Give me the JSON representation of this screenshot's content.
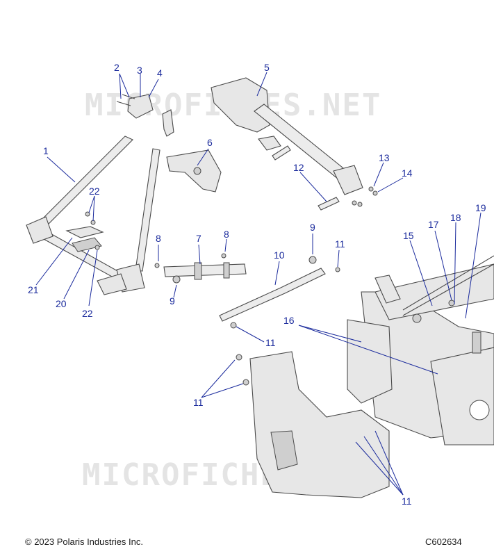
{
  "watermark": {
    "top": "MICROFICHES.NET",
    "bottom": "MICROFICHES.NET"
  },
  "footer": {
    "copyright": "© 2023 Polaris Industries Inc.",
    "figure_id": "C602634"
  },
  "callouts": {
    "c1": "1",
    "c2": "2",
    "c3": "3",
    "c4": "4",
    "c5": "5",
    "c6": "6",
    "c7": "7",
    "c8a": "8",
    "c8b": "8",
    "c9a": "9",
    "c9b": "9",
    "c10": "10",
    "c11a": "11",
    "c11b": "11",
    "c11c": "11",
    "c11d": "11",
    "c12": "12",
    "c13": "13",
    "c14": "14",
    "c15": "15",
    "c16": "16",
    "c17": "17",
    "c18": "18",
    "c19": "19",
    "c20": "20",
    "c21": "21",
    "c22a": "22",
    "c22b": "22"
  },
  "colors": {
    "callout": "#1a2a9c",
    "part_fill": "#e7e7e7",
    "outline": "#4a4a4a"
  }
}
